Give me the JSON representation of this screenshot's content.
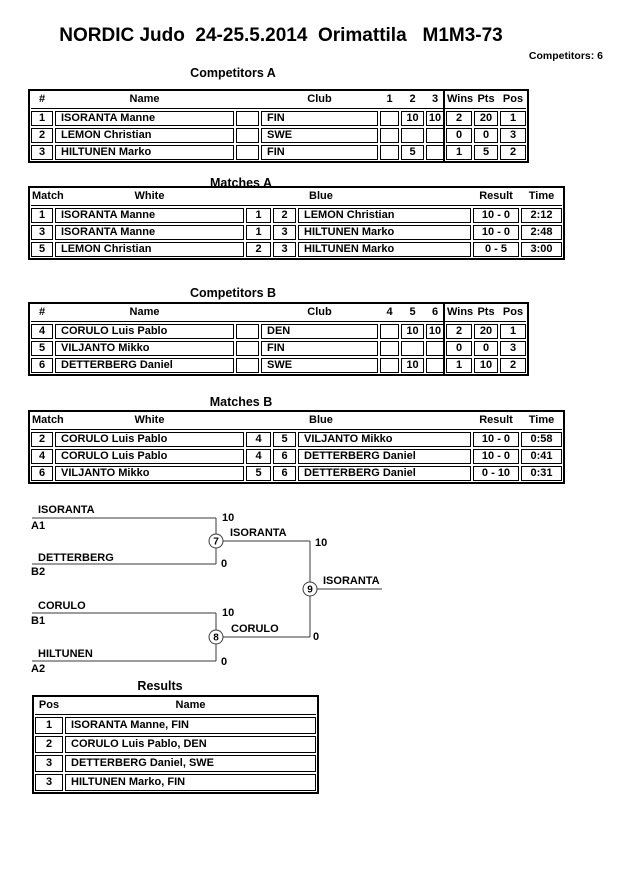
{
  "page": {
    "title": "NORDIC Judo  24-25.5.2014  Orimattila   M1M3-73",
    "competitors_count_label": "Competitors: 6"
  },
  "competitors_a": {
    "title": "Competitors A",
    "columns": [
      "#",
      "Name",
      "Club",
      "1",
      "2",
      "3",
      "Wins",
      "Pts",
      "Pos"
    ],
    "rows": [
      {
        "num": "1",
        "name": "ISORANTA Manne",
        "club": "FIN",
        "r1": "",
        "r2": "10",
        "r3": "10",
        "wins": "2",
        "pts": "20",
        "pos": "1"
      },
      {
        "num": "2",
        "name": "LEMON Christian",
        "club": "SWE",
        "r1": "",
        "r2": "",
        "r3": "",
        "wins": "0",
        "pts": "0",
        "pos": "3"
      },
      {
        "num": "3",
        "name": "HILTUNEN Marko",
        "club": "FIN",
        "r1": "",
        "r2": "5",
        "r3": "",
        "wins": "1",
        "pts": "5",
        "pos": "2"
      }
    ]
  },
  "matches_a": {
    "title": "Matches A",
    "columns": [
      "Match",
      "White",
      "Blue",
      "Result",
      "Time"
    ],
    "rows": [
      {
        "match": "1",
        "white": "ISORANTA Manne",
        "white_num": "1",
        "blue_num": "2",
        "blue": "LEMON Christian",
        "result": "10 - 0",
        "time": "2:12"
      },
      {
        "match": "3",
        "white": "ISORANTA Manne",
        "white_num": "1",
        "blue_num": "3",
        "blue": "HILTUNEN Marko",
        "result": "10 - 0",
        "time": "2:48"
      },
      {
        "match": "5",
        "white": "LEMON Christian",
        "white_num": "2",
        "blue_num": "3",
        "blue": "HILTUNEN Marko",
        "result": "0 - 5",
        "time": "3:00"
      }
    ]
  },
  "competitors_b": {
    "title": "Competitors B",
    "columns": [
      "#",
      "Name",
      "Club",
      "4",
      "5",
      "6",
      "Wins",
      "Pts",
      "Pos"
    ],
    "rows": [
      {
        "num": "4",
        "name": "CORULO Luis Pablo",
        "club": "DEN",
        "r1": "",
        "r2": "10",
        "r3": "10",
        "wins": "2",
        "pts": "20",
        "pos": "1"
      },
      {
        "num": "5",
        "name": "VILJANTO Mikko",
        "club": "FIN",
        "r1": "",
        "r2": "",
        "r3": "",
        "wins": "0",
        "pts": "0",
        "pos": "3"
      },
      {
        "num": "6",
        "name": "DETTERBERG Daniel",
        "club": "SWE",
        "r1": "",
        "r2": "10",
        "r3": "",
        "wins": "1",
        "pts": "10",
        "pos": "2"
      }
    ]
  },
  "matches_b": {
    "title": "Matches B",
    "columns": [
      "Match",
      "White",
      "Blue",
      "Result",
      "Time"
    ],
    "rows": [
      {
        "match": "2",
        "white": "CORULO Luis Pablo",
        "white_num": "4",
        "blue_num": "5",
        "blue": "VILJANTO Mikko",
        "result": "10 - 0",
        "time": "0:58"
      },
      {
        "match": "4",
        "white": "CORULO Luis Pablo",
        "white_num": "4",
        "blue_num": "6",
        "blue": "DETTERBERG Daniel",
        "result": "10 - 0",
        "time": "0:41"
      },
      {
        "match": "6",
        "white": "VILJANTO Mikko",
        "white_num": "5",
        "blue_num": "6",
        "blue": "DETTERBERG Daniel",
        "result": "0 - 10",
        "time": "0:31"
      }
    ]
  },
  "bracket": {
    "semifinal_1": {
      "match_no": "7",
      "top_name": "ISORANTA",
      "top_seed": "A1",
      "top_score": "10",
      "bottom_name": "DETTERBERG",
      "bottom_seed": "B2",
      "bottom_score": "0",
      "winner": "ISORANTA"
    },
    "semifinal_2": {
      "match_no": "8",
      "top_name": "CORULO",
      "top_seed": "B1",
      "top_score": "10",
      "bottom_name": "HILTUNEN",
      "bottom_seed": "A2",
      "bottom_score": "0",
      "winner": "CORULO"
    },
    "final": {
      "match_no": "9",
      "top_score": "10",
      "bottom_score": "0",
      "winner": "ISORANTA"
    }
  },
  "results": {
    "title": "Results",
    "columns": [
      "Pos",
      "Name"
    ],
    "rows": [
      {
        "pos": "1",
        "name": "ISORANTA Manne, FIN"
      },
      {
        "pos": "2",
        "name": "CORULO Luis Pablo, DEN"
      },
      {
        "pos": "3",
        "name": "DETTERBERG Daniel, SWE"
      },
      {
        "pos": "3",
        "name": "HILTUNEN Marko, FIN"
      }
    ]
  }
}
